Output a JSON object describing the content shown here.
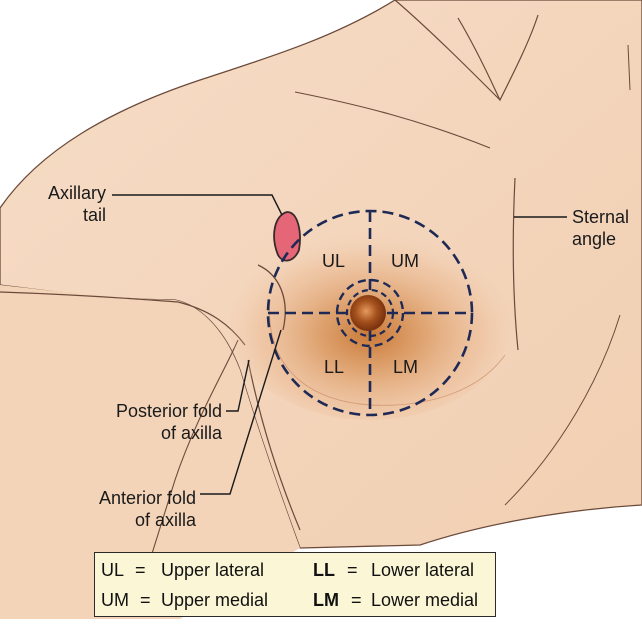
{
  "labels": {
    "axillary_tail_line1": "Axillary",
    "axillary_tail_line2": "tail",
    "sternal_angle_line1": "Sternal",
    "sternal_angle_line2": "angle",
    "posterior_fold_line1": "Posterior fold",
    "posterior_fold_line2": "of axilla",
    "anterior_fold_line1": "Anterior fold",
    "anterior_fold_line2": "of axilla"
  },
  "quadrants": {
    "ul": "UL",
    "um": "UM",
    "ll": "LL",
    "lm": "LM"
  },
  "legend": {
    "rows": [
      [
        {
          "abbr": "UL",
          "eq": "=",
          "text": "Upper lateral"
        },
        {
          "abbr": "LL",
          "eq": "=",
          "text": "Lower lateral"
        }
      ],
      [
        {
          "abbr": "UM",
          "eq": "=",
          "text": "Upper medial"
        },
        {
          "abbr": "LM",
          "eq": "=",
          "text": "Lower medial"
        }
      ]
    ]
  },
  "colors": {
    "skin": "#f4d6bd",
    "skin_shadow": "#e9bb98",
    "areola_shading": "#c8742f",
    "nipple": "#8b3a12",
    "axillary_tail": "#e56677",
    "outline": "#6b4a3a",
    "dash": "#1e2a55",
    "legend_bg": "#fbf7d6"
  }
}
